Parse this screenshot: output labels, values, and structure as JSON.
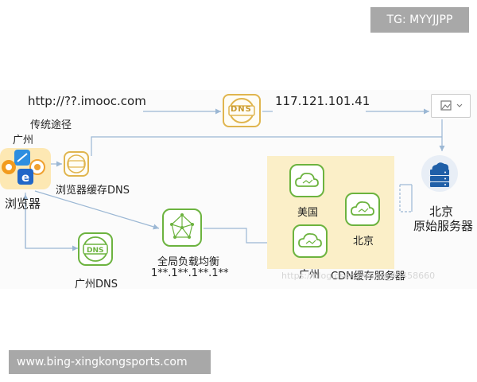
{
  "watermark": {
    "tg": "TG: MYYJJPP",
    "site": "www.bing-xingkongsports.com",
    "blog": "https://blog.csdn.net/qq_45458660"
  },
  "diagram": {
    "url_label": "http://??.imooc.com",
    "ip_label": "117.121.101.41",
    "traditional_path_label": "传统途径",
    "city_label": "广州",
    "browser_label": "浏览器",
    "browser_cache_dns_label": "浏览器缓存DNS",
    "dns_icon_text": "DNS",
    "gslb_label": "全局负载均衡",
    "gslb_ip_label": "1**.1**.1**.1**",
    "guangzhou_dns_label": "广州DNS",
    "cdn_nodes": {
      "us": "美国",
      "guangzhou": "广州",
      "beijing": "北京"
    },
    "cdn_group_label": "CDN缓存服务器",
    "origin_city_label": "北京",
    "origin_label": "原始服务器"
  },
  "colors": {
    "dns_gold": "#e0b54e",
    "green": "#6cb33f",
    "cdn_bg": "#fbefc8",
    "line_blue": "#9bb7d4",
    "origin_blue": "#1f5fa8"
  }
}
